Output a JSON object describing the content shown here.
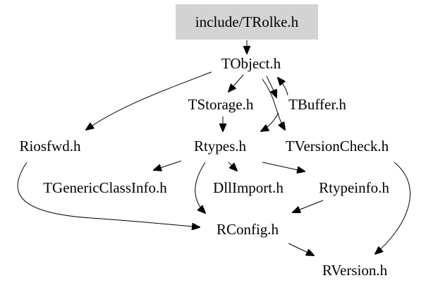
{
  "diagram": {
    "highlight_color": "#d3d3d3",
    "nodes": {
      "trolke": "include/TRolke.h",
      "tobject": "TObject.h",
      "tstorage": "TStorage.h",
      "tbuffer": "TBuffer.h",
      "riosfwd": "Riosfwd.h",
      "rtypes": "Rtypes.h",
      "tversioncheck": "TVersionCheck.h",
      "tgenericclassinfo": "TGenericClassInfo.h",
      "dllimport": "DllImport.h",
      "rtypeinfo": "Rtypeinfo.h",
      "rconfig": "RConfig.h",
      "rversion": "RVersion.h"
    }
  }
}
